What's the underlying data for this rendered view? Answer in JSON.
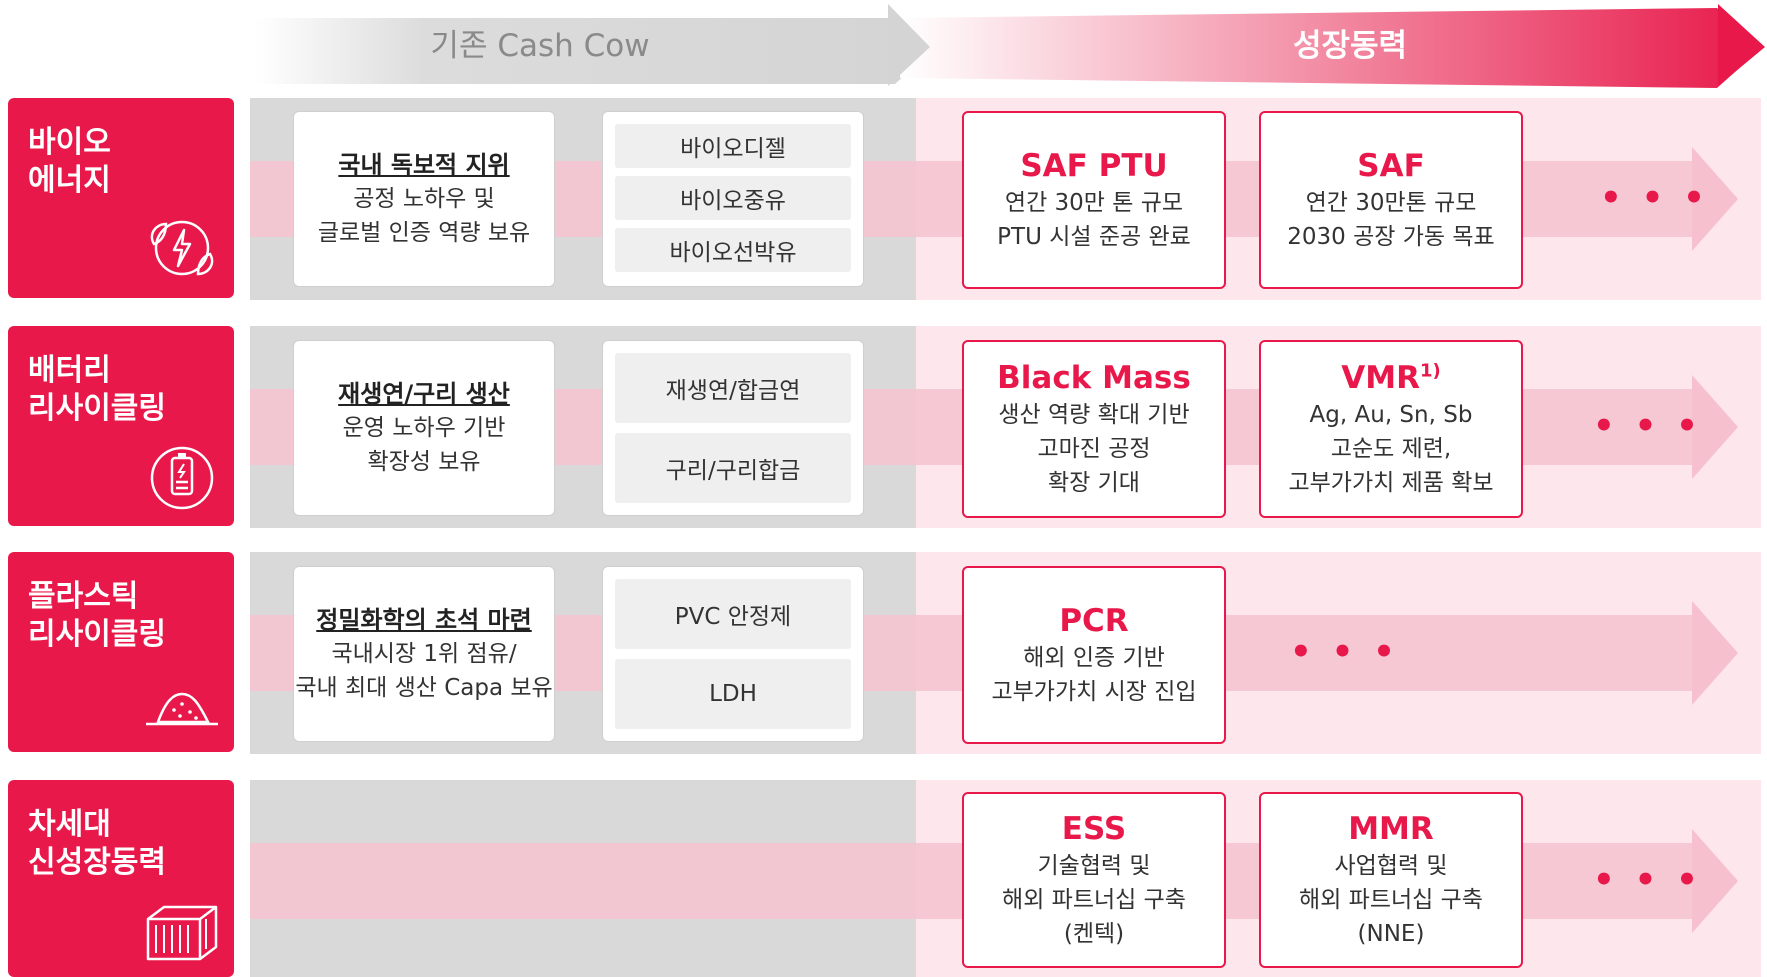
{
  "header": {
    "left_label": "기존 Cash Cow",
    "right_label": "성장동력"
  },
  "colors": {
    "accent": "#e8194a",
    "grey_bg": "#d9d9d9",
    "pink_bg": "#fde6ec",
    "band_pink": "#f7c0cf"
  },
  "rows": [
    {
      "category": "바이오\n에너지",
      "icon": "bio-energy-icon",
      "strength_title": "국내 독보적 지위",
      "strength_text": "공정 노하우 및\n글로벌 인증 역량 보유",
      "products": [
        "바이오디젤",
        "바이오중유",
        "바이오선박유"
      ],
      "growth": [
        {
          "title": "SAF PTU",
          "text": "연간 30만 톤 규모\nPTU 시설 준공 완료"
        },
        {
          "title": "SAF",
          "text": "연간 30만톤 규모\n2030 공장 가동 목표"
        }
      ],
      "more": "• • •"
    },
    {
      "category": "배터리\n리사이클링",
      "icon": "battery-recycling-icon",
      "strength_title": "재생연/구리 생산",
      "strength_text": "운영 노하우 기반\n확장성 보유",
      "products": [
        "재생연/합금연",
        "구리/구리합금"
      ],
      "growth": [
        {
          "title": "Black Mass",
          "text": "생산 역량 확대 기반\n고마진 공정\n확장 기대"
        },
        {
          "title": "VMR",
          "sup": "1)",
          "text": "Ag, Au, Sn, Sb\n고순도 제련,\n고부가가치  제품 확보"
        }
      ],
      "more": "• • •"
    },
    {
      "category": "플라스틱\n리사이클링",
      "icon": "plastic-pile-icon",
      "strength_title": "정밀화학의 초석 마련",
      "strength_text": "국내시장 1위 점유/\n국내 최대 생산 Capa 보유",
      "products": [
        "PVC 안정제",
        "LDH"
      ],
      "growth": [
        {
          "title": "PCR",
          "text": "해외 인증 기반\n고부가가치 시장 진입"
        }
      ],
      "more": "• • •"
    },
    {
      "category": "차세대\n신성장동력",
      "icon": "container-icon",
      "growth": [
        {
          "title": "ESS",
          "text": "기술협력 및\n해외  파트너십 구축\n(켄텍)"
        },
        {
          "title": "MMR",
          "text": "사업협력 및\n해외 파트너십 구축\n(NNE)"
        }
      ],
      "more": "• • •"
    }
  ]
}
